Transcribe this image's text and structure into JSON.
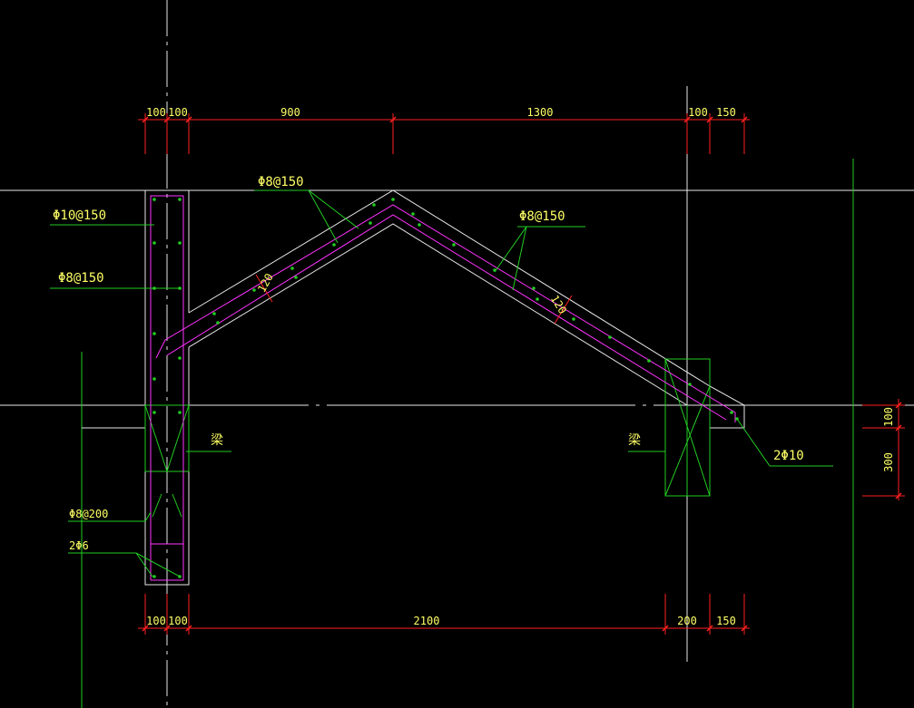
{
  "top_dimensions": [
    "100",
    "100",
    "900",
    "1300",
    "100",
    "150"
  ],
  "bottom_dimensions": [
    "100",
    "100",
    "2100",
    "200",
    "150"
  ],
  "right_dimensions": [
    "100",
    "300"
  ],
  "slab_thickness_left": "120",
  "slab_thickness_right": "120",
  "labels": {
    "wall_vertical_main": "Φ10@150",
    "wall_horizontal": "Φ8@150",
    "slab_left_rebar": "Φ8@150",
    "slab_right_rebar": "Φ8@150",
    "beam_stirrup": "Φ8@200",
    "beam_bars": "2Φ6",
    "beam_left": "梁",
    "beam_right": "梁",
    "eave_bars": "2Φ10"
  },
  "colors": {
    "background": "#000000",
    "dimension": "#ff2020",
    "outline": "#e8e8e8",
    "leader": "#22cc22",
    "rebar": "#ff33ff",
    "text": "#ffff66"
  }
}
